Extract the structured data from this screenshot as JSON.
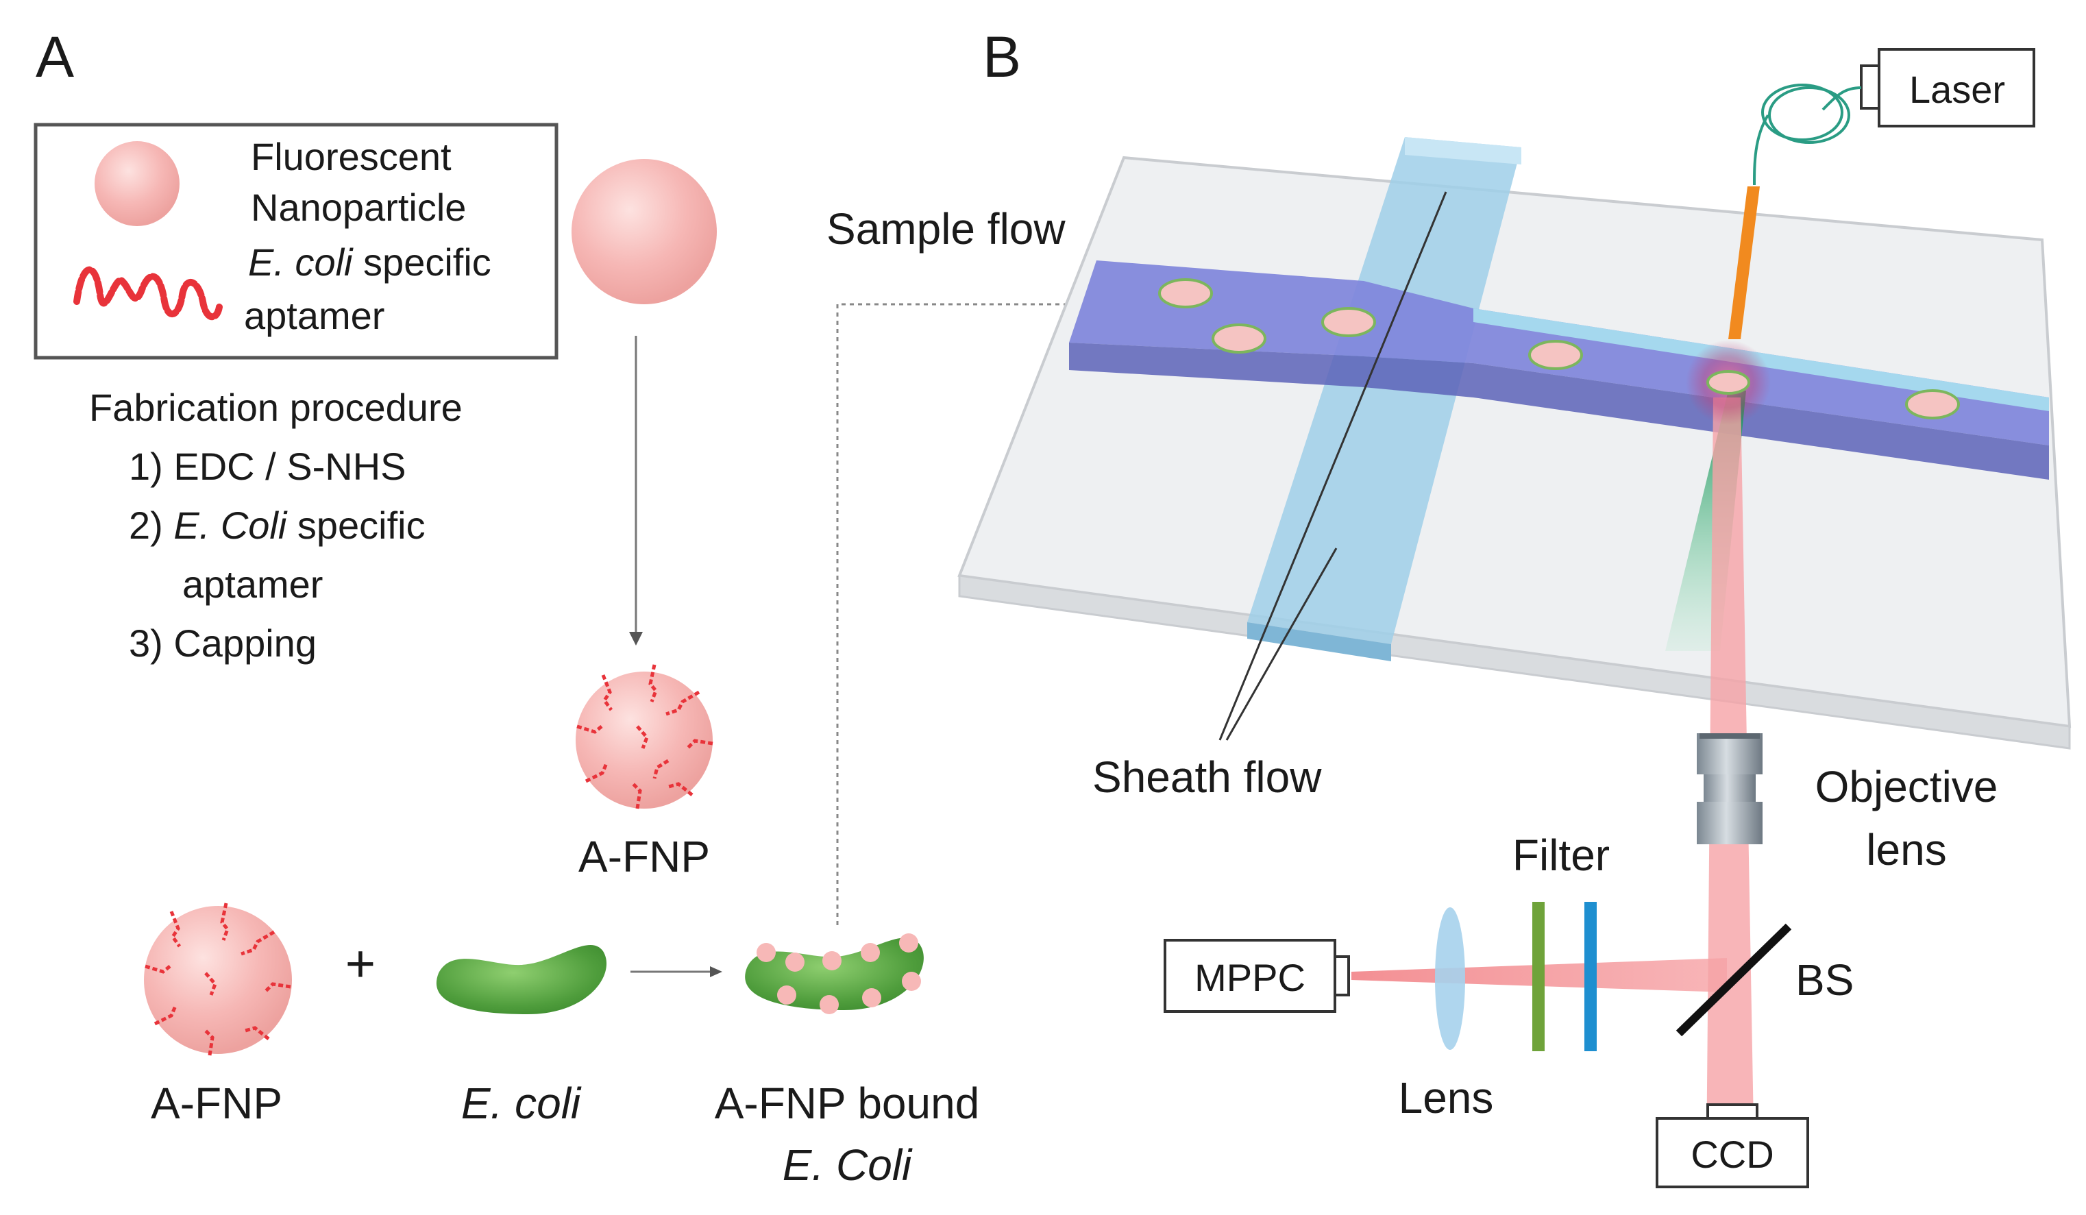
{
  "panels": {
    "a": "A",
    "b": "B"
  },
  "legend": {
    "fnp_line1": "Fluorescent",
    "fnp_line2": "Nanoparticle",
    "aptamer_italic": "E. coli",
    "aptamer_rest": " specific",
    "aptamer_line2": "aptamer"
  },
  "procedure": {
    "title": "Fabrication procedure",
    "step1": "1) EDC / S-NHS",
    "step2_prefix": "2) ",
    "step2_italic": "E. Coli",
    "step2_rest": " specific",
    "step2_line2": "aptamer",
    "step3": "3) Capping"
  },
  "labels": {
    "afnp_top": "A-FNP",
    "afnp_bottom": "A-FNP",
    "plus": "+",
    "ecoli": "E. coli",
    "bound_line1": "A-FNP bound",
    "bound_line2": "E. Coli"
  },
  "setup": {
    "laser": "Laser",
    "sample_flow": "Sample flow",
    "sheath_flow": "Sheath flow",
    "objective_line1": "Objective",
    "objective_line2": "lens",
    "filter": "Filter",
    "mppc": "MPPC",
    "bs": "BS",
    "lens": "Lens",
    "ccd": "CCD"
  },
  "colors": {
    "nanoparticle": "#f6b7b5",
    "aptamer": "#e8333a",
    "ecoli": "#5aa844",
    "channel_sample": "#7f86db",
    "channel_sheath": "#9fcfe9",
    "laser_beam": "#f18a1f",
    "emission_beam": "#f6a3a6",
    "green_beam": "#2fa66a",
    "filter_green": "#6fa33a",
    "filter_blue": "#1e8fd0"
  }
}
